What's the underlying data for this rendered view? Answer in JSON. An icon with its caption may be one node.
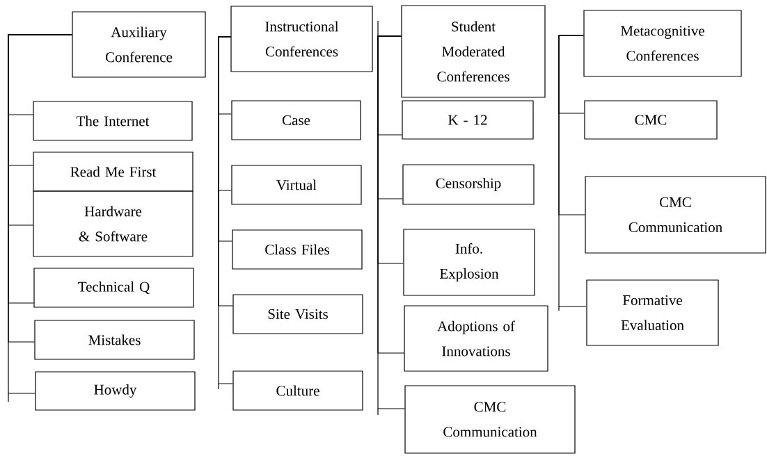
{
  "diagram": {
    "nodes": [
      {
        "text": [
          "Auxiliary Conference"
        ]
      },
      {
        "text": [
          "The Internet"
        ]
      },
      {
        "text": [
          "Read Me First"
        ]
      },
      {
        "text": [
          "Hardware & Software"
        ]
      },
      {
        "text": [
          "Technical Q"
        ]
      },
      {
        "text": [
          "Mistakes"
        ]
      },
      {
        "text": [
          "Howdy"
        ]
      },
      {
        "text": [
          "Instructional Conferences"
        ]
      },
      {
        "text": [
          "Case"
        ]
      },
      {
        "text": [
          "Virtual"
        ]
      },
      {
        "text": [
          "Class Files"
        ]
      },
      {
        "text": [
          "Site Visits"
        ]
      },
      {
        "text": [
          "Culture"
        ]
      },
      {
        "text": [
          "Student Moderated Conferences"
        ]
      },
      {
        "text": [
          "K - 12"
        ]
      },
      {
        "text": [
          "Censorship"
        ]
      },
      {
        "text": [
          "Info. Explosion"
        ]
      },
      {
        "text": [
          "Adoptions of Innovations"
        ]
      },
      {
        "text": [
          "CMC Communication"
        ]
      },
      {
        "text": [
          "Metacognitive Conferences"
        ]
      },
      {
        "text": [
          "CMC"
        ]
      },
      {
        "text": [
          "CMC Communication"
        ]
      },
      {
        "text": [
          "Formative Evaluation"
        ]
      }
    ],
    "edges": [
      {
        "from": 0,
        "to": 1,
        "arrow": "none"
      },
      {
        "from": 0,
        "to": 2,
        "arrow": "none"
      },
      {
        "from": 0,
        "to": 3,
        "arrow": "none"
      },
      {
        "from": 0,
        "to": 4,
        "arrow": "none"
      },
      {
        "from": 0,
        "to": 5,
        "arrow": "none"
      },
      {
        "from": 0,
        "to": 6,
        "arrow": "none"
      },
      {
        "from": 7,
        "to": 8,
        "arrow": "none"
      },
      {
        "from": 7,
        "to": 9,
        "arrow": "none"
      },
      {
        "from": 7,
        "to": 10,
        "arrow": "none"
      },
      {
        "from": 7,
        "to": 11,
        "arrow": "none"
      },
      {
        "from": 7,
        "to": 12,
        "arrow": "none"
      },
      {
        "from": 13,
        "to": 14,
        "arrow": "none"
      },
      {
        "from": 13,
        "to": 15,
        "arrow": "none"
      },
      {
        "from": 13,
        "to": 16,
        "arrow": "none"
      },
      {
        "from": 13,
        "to": 17,
        "arrow": "none"
      },
      {
        "from": 13,
        "to": 18,
        "arrow": "none"
      },
      {
        "from": 19,
        "to": 20,
        "arrow": "none"
      },
      {
        "from": 19,
        "to": 21,
        "arrow": "none"
      },
      {
        "from": 19,
        "to": 22,
        "arrow": "none"
      }
    ]
  }
}
